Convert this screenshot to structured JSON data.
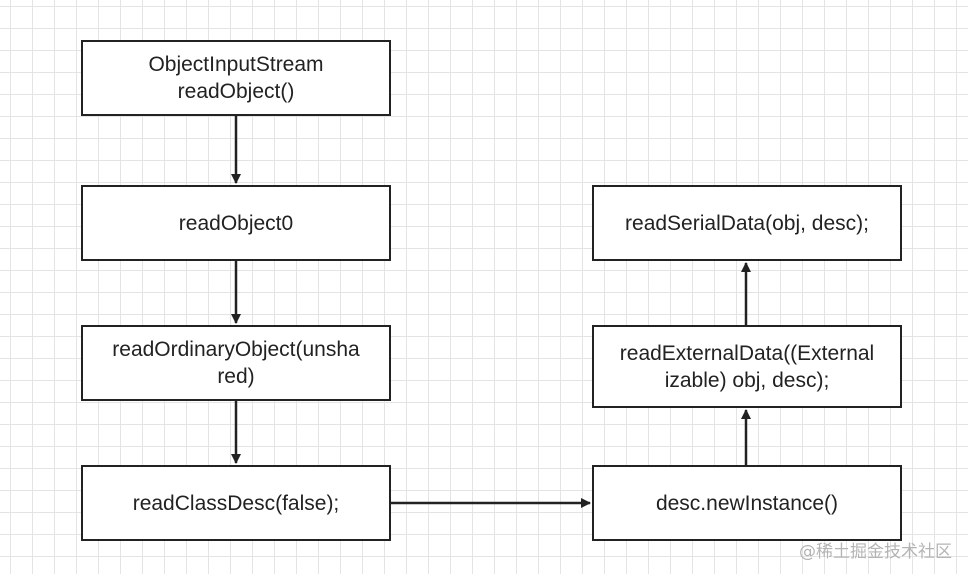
{
  "diagram": {
    "nodes": {
      "n1": {
        "line1": "ObjectInputStream",
        "line2": "readObject()"
      },
      "n2": {
        "line1": "readObject0"
      },
      "n3": {
        "line1": "readOrdinaryObject(unsha",
        "line2": "red)"
      },
      "n4": {
        "line1": "readClassDesc(false);"
      },
      "n5": {
        "line1": "readSerialData(obj, desc);"
      },
      "n6": {
        "line1": "readExternalData((External",
        "line2": "izable) obj, desc);"
      },
      "n7": {
        "line1": "desc.newInstance()"
      }
    },
    "edges": [
      {
        "from": "n1",
        "to": "n2"
      },
      {
        "from": "n2",
        "to": "n3"
      },
      {
        "from": "n3",
        "to": "n4"
      },
      {
        "from": "n4",
        "to": "n7"
      },
      {
        "from": "n7",
        "to": "n6"
      },
      {
        "from": "n6",
        "to": "n5"
      }
    ],
    "colors": {
      "stroke": "#222222",
      "grid": "#e4e4e4",
      "watermark": "#b4b4b4"
    }
  },
  "watermark": "@稀土掘金技术社区"
}
